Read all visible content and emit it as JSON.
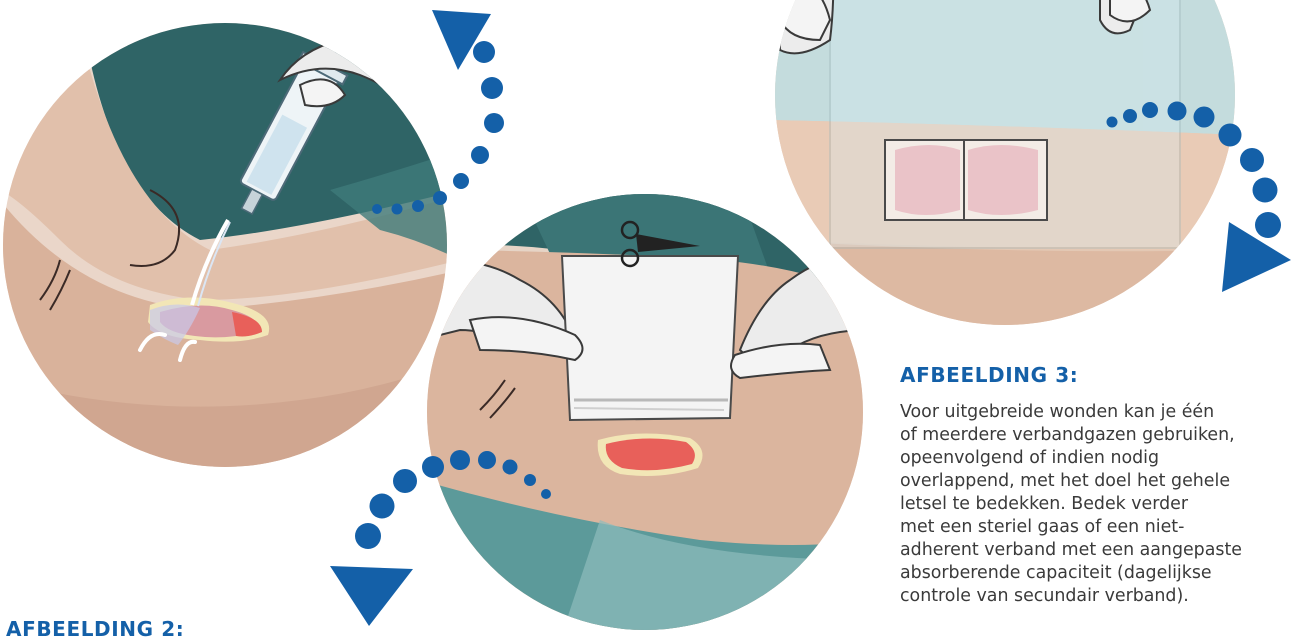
{
  "step3": {
    "heading": "AFBEELDING 3:",
    "body": "Voor uitgebreide wonden kan je één\nof meerdere verbandgazen gebruiken,\nopeenvolgend of indien nodig\noverlappend, met het doel het gehele\nletsel te bedekken. Bedek verder\nmet een steriel gaas of een niet-\nadherent verband met een aangepaste\nabsorberende capaciteit (dagelijkse\ncontrole van secundair verband)."
  },
  "step2": {
    "heading": "AFBEELDING 2:"
  },
  "colors": {
    "accent": "#1460a8",
    "skin": "#e8c3a8",
    "scrub": "#2f6466",
    "glove": "#ececec",
    "wound": "#e8605a"
  }
}
